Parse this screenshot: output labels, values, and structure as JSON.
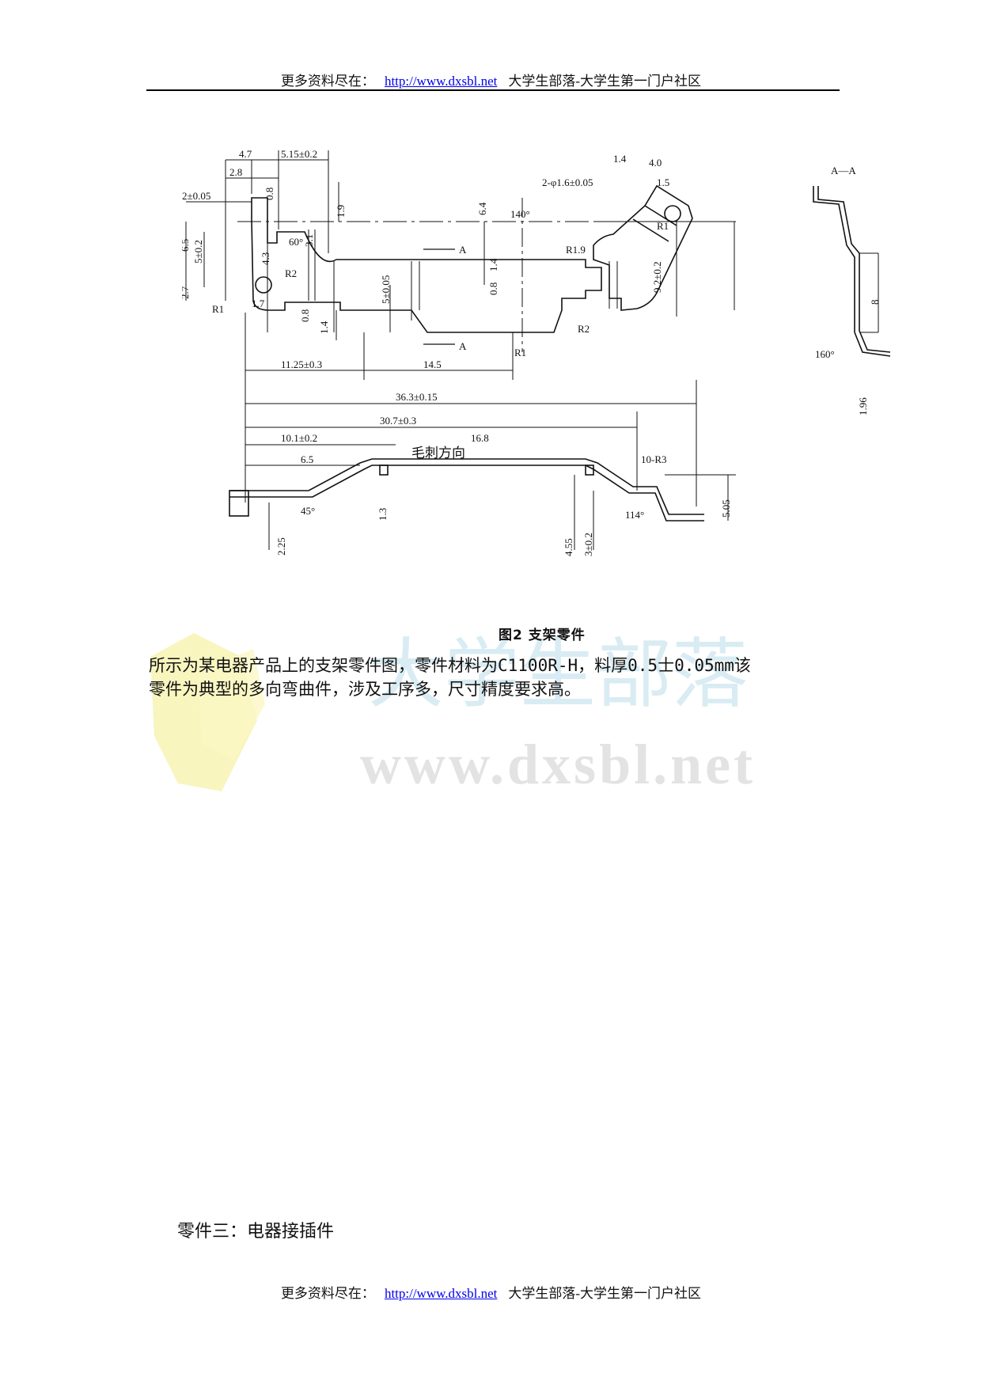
{
  "header": {
    "prefix": "更多资料尽在：",
    "link": "http://www.dxsbl.net",
    "suffix": "大学生部落-大学生第一门户社区"
  },
  "footer": {
    "prefix": "更多资料尽在：",
    "link": "http://www.dxsbl.net",
    "suffix": "大学生部落-大学生第一门户社区"
  },
  "watermark": {
    "cn": "大学生部落",
    "url": "www.dxsbl.net"
  },
  "figure": {
    "caption": "图2  支架零件",
    "section_label": "A—A",
    "dims": {
      "d1": "4.7",
      "d2": "5.15±0.2",
      "d3": "2.8",
      "d4": "0.8",
      "d5": "2±0.05",
      "d6": "6.5",
      "d7": "5±0.2",
      "d8": "2.7",
      "d9": "R1",
      "d10": "1.7",
      "d11": "4.3",
      "d12": "60°",
      "d13": "3.1",
      "d14": "1.9",
      "d15": "R2",
      "d16": "0.8",
      "d17": "1.4",
      "d18": "5±0.05",
      "d19": "6.4",
      "d20": "1.4",
      "d21": "0.8",
      "d22": "140°",
      "d23": "2-φ1.6±0.05",
      "d24": "1.4",
      "d25": "4.0",
      "d26": "1.5",
      "d27": "R1",
      "d28": "R1.9",
      "d29": "9.2±0.2",
      "d30": "R2",
      "d31": "R1",
      "d32": "A",
      "d33": "A",
      "d34": "11.25±0.3",
      "d35": "14.5",
      "d36": "36.3±0.15",
      "d37": "30.7±0.3",
      "d38": "10.1±0.2",
      "d39": "16.8",
      "d40": "6.5",
      "d41": "毛刺方向",
      "d42": "10-R3",
      "d43": "45°",
      "d44": "1.3",
      "d45": "2.25",
      "d46": "4.55",
      "d47": "3±0.2",
      "d48": "5.05",
      "d49": "114°",
      "d50": "8",
      "d51": "160°",
      "d52": "1.96"
    }
  },
  "paragraph": {
    "line1": "所示为某电器产品上的支架零件图，零件材料为C1100R-H，料厚0.5士0.05mm该",
    "line2": "零件为典型的多向弯曲件，涉及工序多，尺寸精度要求高。"
  },
  "section_heading": "零件三：电器接插件"
}
